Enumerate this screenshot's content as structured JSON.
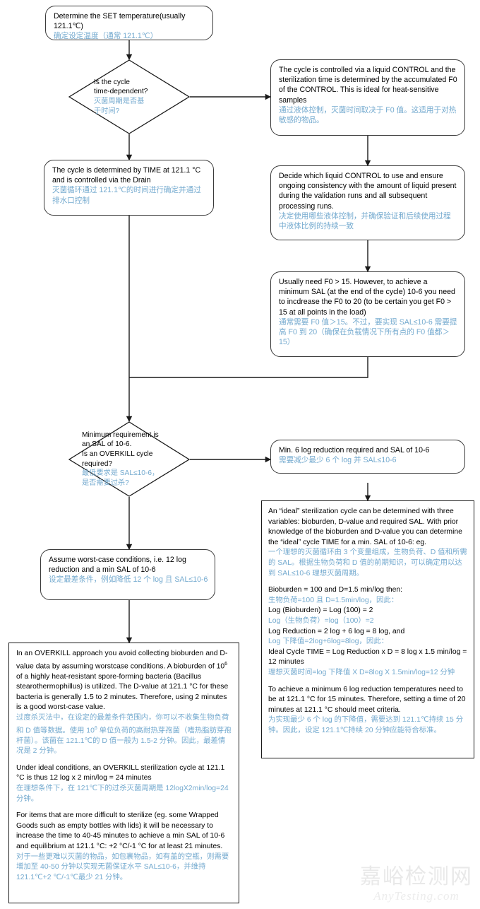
{
  "meta": {
    "title": "Sterilization cycle determination flowchart",
    "accent_cn_text_color": "#74aacf",
    "line_color": "#3a3a3a"
  },
  "watermark": {
    "cn": "嘉峪检测网",
    "en": "AnyTesting.com"
  },
  "nodes": {
    "set_temp": {
      "en": "Determine the SET temperature(usually 121.1℃)",
      "cn": "确定设定温度（通常 121.1℃）"
    },
    "decision_time": {
      "en1": "Is the cycle",
      "en2": "time-dependent?",
      "cn1": "灭菌周期是否基",
      "cn2": "于时间?"
    },
    "liquid_control": {
      "en": "The cycle is controlled via a liquid CONTROL and the sterilization time is determined by the accumulated F0 of the CONTROL. This is ideal for heat-sensitive samples",
      "cn": "通过液体控制，灭菌时间取决于 F0 值。这适用于对热敏感的物品。"
    },
    "time_drain": {
      "en": "The cycle is determined by TIME at 121.1 °C and is controlled via the Drain",
      "cn": "灭菌循环通过 121.1℃的时间进行确定并通过排水口控制"
    },
    "decide_liquid": {
      "en": "Decide which liquid CONTROL to use and ensure ongoing consistency with the amount of liquid present during the validation runs and all subsequent processing runs.",
      "cn": "决定使用哪些液体控制，并确保验证和后续使用过程中液体比例的持续一致"
    },
    "f0_box": {
      "en": "Usually need F0 > 15. However, to achieve a minimum SAL (at the end of the cycle) 10-6 you need to incdrease the F0 to 20 (to be certain you get F0 > 15 at all points in the load)",
      "cn": "通常需要 F0 值＞15。不过，要实现 SAL≤10-6 需要提高 F0 到 20（确保在负载情况下所有点的 F0 值都＞15）"
    },
    "decision_overkill": {
      "en1": "Minimum requirement is",
      "en2": "an SAL of 10-6.",
      "en3": "Is an OVERKILL cycle",
      "en4": "required?",
      "cn1": "最低要求是 SAL≤10-6，",
      "cn2": "是否需要过杀?"
    },
    "min6log": {
      "en": "Min. 6 log reduction required and SAL of 10-6",
      "cn": "需要减少最少 6 个 log 并 SAL≤10-6"
    },
    "worst_case": {
      "en": "Assume worst-case conditions, i.e. 12 log reduction and a min SAL of 10-6",
      "cn": "设定最差条件，例如降低 12 个 log 且 SAL≤10-6"
    },
    "ideal_cycle": {
      "p1_en": "An “ideal” sterilization cycle can be determined with three variables: bioburden, D-value and required SAL. With prior knowledge of the bioburden and D-value you can determine the “ideal” cycle TIME for a min. SAL of 10-6: eg.",
      "p1_cn": "一个理想的灭菌循环由 3 个变量组成，生物负荷、D 值和所需的 SAL。根据生物负荷和 D 值的前期知识，可以确定用以达到 SAL≤10-6 理想灭菌周期。",
      "calc": [
        {
          "en": "Bioburden = 100 and D=1.5 min/log then:",
          "cn": "生物负荷=100 且 D=1.5min/log，因此："
        },
        {
          "en": "Log (Bioburden) = Log (100) = 2",
          "cn": "Log（生物负荷）=log（100）=2"
        },
        {
          "en": "Log Reduction = 2 log + 6 log = 8 log, and",
          "cn": "Log 下降值=2log+6log=8log，因此："
        },
        {
          "en": "Ideal Cycle TIME = Log Reduction x D = 8 log x 1.5 min/log = 12 minutes",
          "cn": "理想灭菌时间=log 下降值 X D=8log X 1.5min/log=12 分钟"
        }
      ],
      "p2_en": "To achieve a minimum 6 log reduction temperatures need to be at 121.1 °C for 15 minutes. Therefore, setting a time of 20 minutes at 121.1 °C should meet criteria.",
      "p2_cn": "为实现最少 6 个 log 的下降值，需要达到 121.1℃持续 15 分钟。因此，设定 121.1℃持续 20 分钟应能符合标准。"
    },
    "overkill_detail": {
      "p1_en_a": "In an OVERKILL approach you avoid collecting bioburden and D-value data by assuming worstcase conditions. A bioburden of 10",
      "p1_en_sup": "6",
      "p1_en_b": " of a highly heat-resistant spore-forming bacteria (Bacillus stearothermophillus) is utilized. The D-value at 121.1 °C for these bacteria is generally 1.5 to 2 minutes. Therefore, using 2 minutes is a good worst-case value.",
      "p1_cn_a": "过度杀灭法中，在设定的最差条件范围内，你可以不收集生物负荷和 D 值等数据。使用 10",
      "p1_cn_sup": "6",
      "p1_cn_b": " 单位负荷的高耐热芽孢菌（嗜热脂肪芽孢杆菌）。该菌在 121.1℃的 D 值一般为 1.5-2 分钟。因此，最差情况是 2 分钟。",
      "p2_en": "Under ideal conditions, an OVERKILL sterilization cycle at 121.1 °C is thus 12 log x 2 min/log = 24 minutes",
      "p2_cn": "在理想条件下，在 121℃下的过杀灭菌周期是 12logX2min/log=24 分钟。",
      "p3_en": "For items that are more difficult to sterilize (eg. some Wrapped Goods such as empty bottles with lids) it will be necessary to increase the time to 40-45 minutes to achieve a min SAL of 10-6 and equilibrium at 121.1 °C: +2 °C/-1 °C for at least 21 minutes.",
      "p3_cn": "对于一些更难以灭菌的物品，如包裹物品，如有盖的空瓶，则需要增加至 40-50 分钟以实现无菌保证水平 SAL≤10-6，并维持 121.1℃+2 ℃/-1℃最少 21 分钟。"
    }
  }
}
